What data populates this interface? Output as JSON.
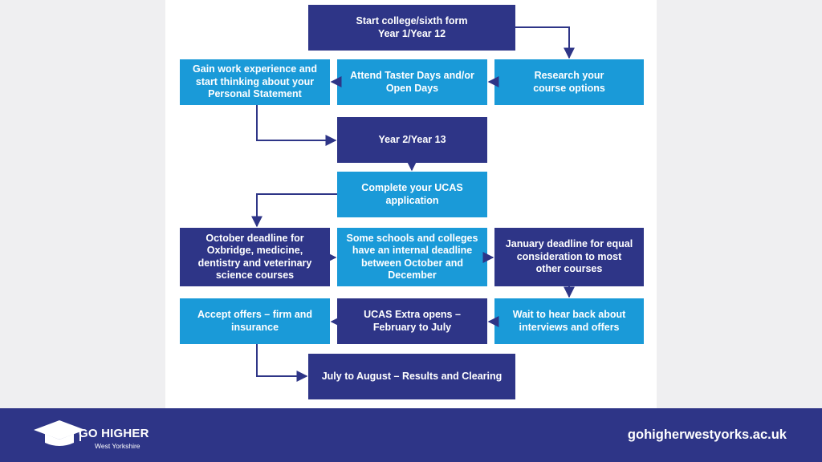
{
  "flowchart": {
    "steps": {
      "start": "Start college/sixth form\nYear 1/Year 12",
      "research": "Research your\ncourse options",
      "taster": "Attend Taster Days and/or\nOpen Days",
      "work_experience": "Gain work experience and\nstart thinking about your\nPersonal Statement",
      "year2": "Year 2/Year 13",
      "ucas_application": "Complete your UCAS\napplication",
      "october_deadline": "October deadline for\nOxbridge, medicine,\ndentistry and veterinary\nscience courses",
      "internal_deadline": "Some schools and colleges\nhave an internal deadline\nbetween October and\nDecember",
      "january_deadline": "January deadline for equal\nconsideration to most\nother courses",
      "wait_hear_back": "Wait to hear back about\ninterviews and offers",
      "ucas_extra": "UCAS Extra opens –\nFebruary to July",
      "accept_offers": "Accept offers – firm and\ninsurance",
      "results": "July to August – Results and Clearing"
    }
  },
  "footer": {
    "logo_main": "GO HIGHER",
    "logo_sub": "West Yorkshire",
    "url": "gohigherwestyorks.ac.uk"
  },
  "colors": {
    "dark_box": "#2e3587",
    "light_box": "#1a9ad8",
    "footer_bg": "#2e3587",
    "page_bg": "#efeff1"
  }
}
